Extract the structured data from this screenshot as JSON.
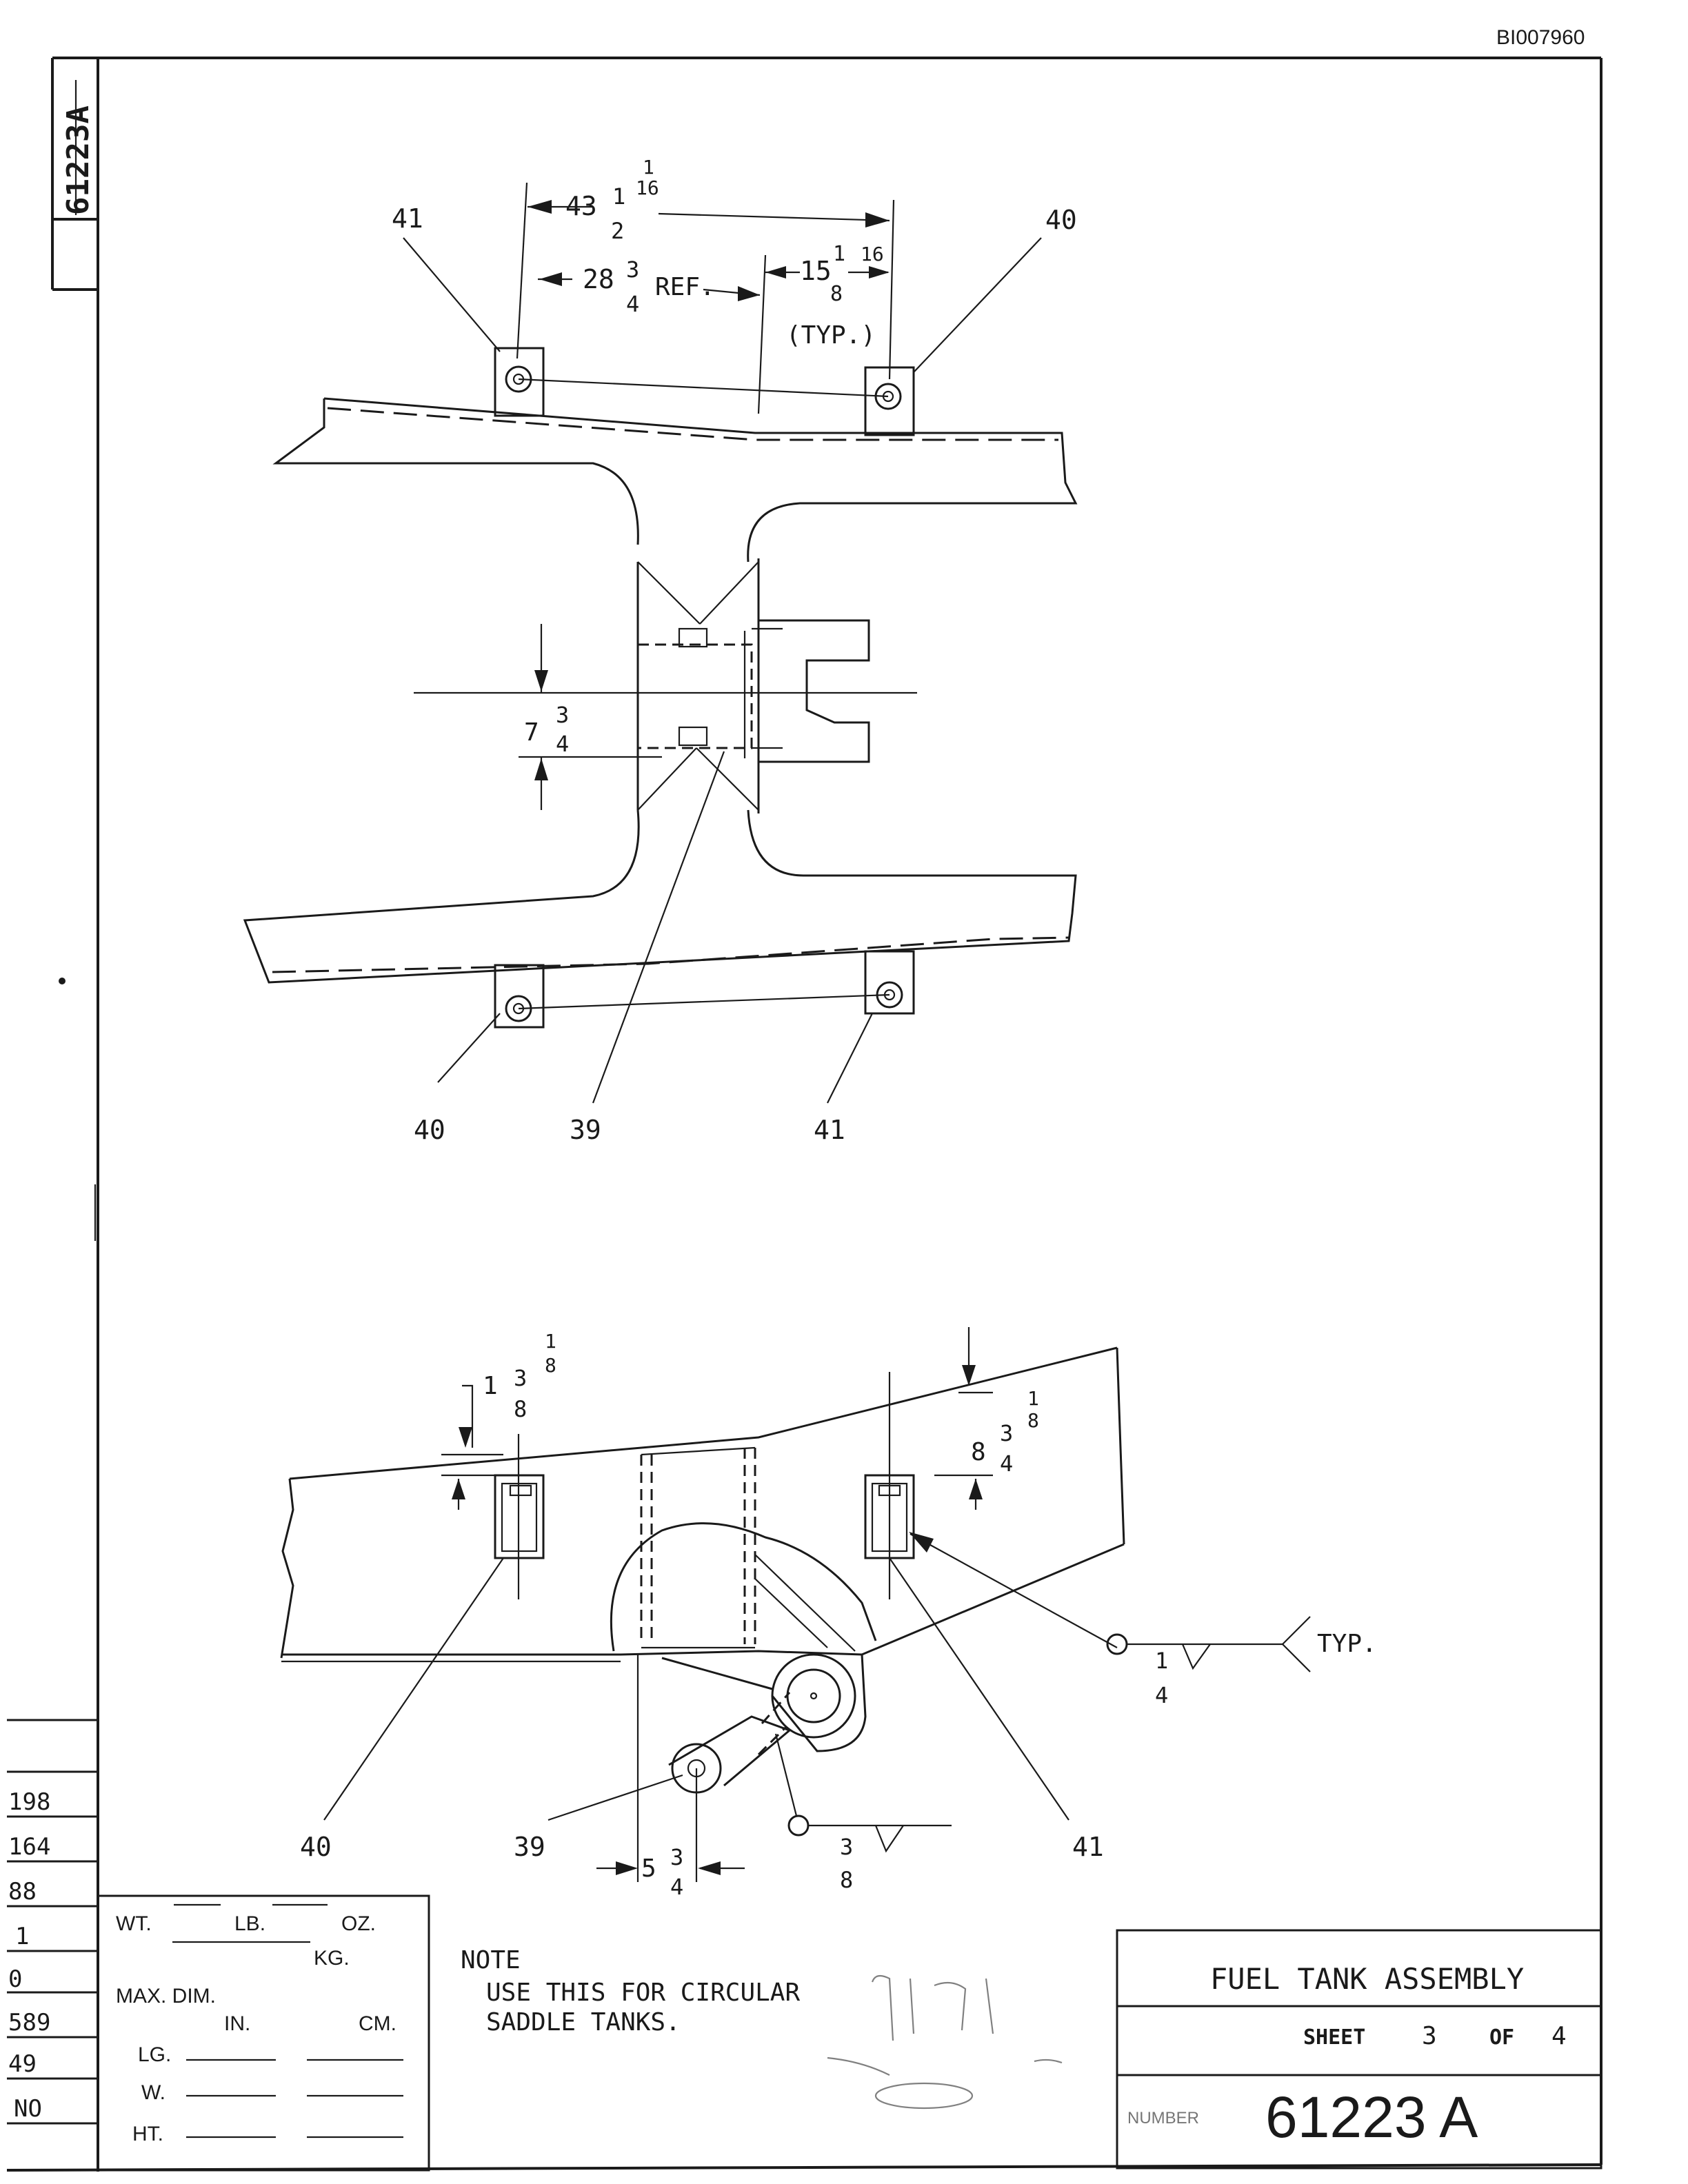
{
  "doc_id": "BI007960",
  "side_stamp": "61223A",
  "top_view": {
    "dim_43_whole": "43",
    "dim_43_num": "1",
    "dim_43_den": "2",
    "dim_43_extra_num": "1",
    "dim_43_extra_den": "16",
    "dim_28_whole": "28",
    "dim_28_num": "3",
    "dim_28_den": "4",
    "ref_label": "REF.",
    "dim_15_whole": "15",
    "dim_15_num": "1",
    "dim_15_den": "8",
    "dim_16_label": "16",
    "typ_label": "(TYP.)",
    "dim_7_whole": "7",
    "dim_7_num": "3",
    "dim_7_den": "4",
    "callout_tl": "41",
    "callout_tr": "40",
    "callout_bl": "40",
    "callout_bc": "39",
    "callout_br": "41"
  },
  "bottom_view": {
    "dim_1_whole": "1",
    "dim_1_num": "3",
    "dim_1_den": "8",
    "dim_1_extra_num": "1",
    "dim_1_extra_den": "8",
    "dim_8_whole": "8",
    "dim_8_num": "3",
    "dim_8_den": "4",
    "dim_8_extra_num": "1",
    "dim_8_extra_den": "8",
    "weld1_num": "1",
    "weld1_den": "4",
    "weld_typ": "TYP.",
    "weld2_num": "3",
    "weld2_den": "8",
    "dim_5_whole": "5",
    "dim_5_num": "3",
    "dim_5_den": "4",
    "callout_l": "40",
    "callout_c": "39",
    "callout_r": "41"
  },
  "revision_column": [
    "198",
    "164",
    "88",
    "1",
    "0",
    "589",
    "49",
    "NO"
  ],
  "weight_block": {
    "wt": "WT.",
    "lb": "LB.",
    "oz": "OZ.",
    "kg": "KG.",
    "max_dim": "MAX. DIM.",
    "in": "IN.",
    "cm": "CM.",
    "lg": "LG.",
    "w": "W.",
    "ht": "HT."
  },
  "note": {
    "heading": "NOTE",
    "line1": "USE THIS FOR CIRCULAR",
    "line2": "SADDLE TANKS."
  },
  "title_block": {
    "title": "FUEL TANK ASSEMBLY",
    "sheet_label": "SHEET",
    "sheet_no": "3",
    "of_label": "OF",
    "sheet_total": "4",
    "number_label": "NUMBER",
    "drawing_number": "61223 A"
  }
}
